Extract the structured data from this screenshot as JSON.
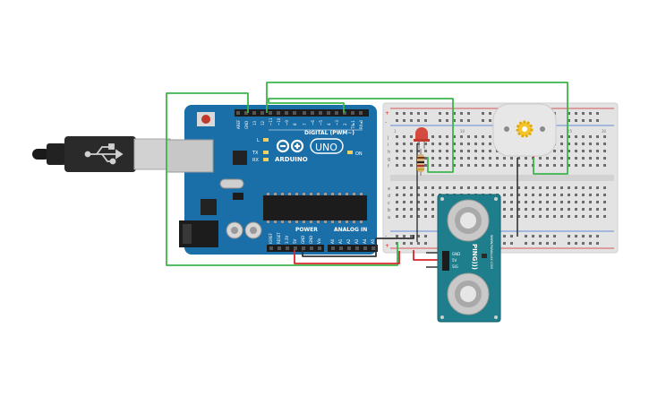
{
  "arduino": {
    "brand": "ARDUINO",
    "model": "UNO",
    "digital_label": "DIGITAL (PWM~)",
    "power_label": "POWER",
    "analog_label": "ANALOG IN",
    "on_label": "ON",
    "led_labels": [
      "L",
      "TX",
      "RX"
    ],
    "digital_pins": [
      "AREF",
      "GND",
      "13",
      "12",
      "~11",
      "~10",
      "~9",
      "8",
      "7",
      "~6",
      "~5",
      "4",
      "~3",
      "2",
      "TX▸1",
      "RX◂0"
    ],
    "power_pins": [
      "IOREF",
      "RESET",
      "3.3V",
      "5V",
      "GND",
      "GND",
      "Vin"
    ],
    "analog_pins": [
      "A0",
      "A1",
      "A2",
      "A3",
      "A4",
      "A5"
    ]
  },
  "ping": {
    "name": "PING)))",
    "brand": "WWW.PARALLAX.COM",
    "pins": [
      "GND",
      "5V",
      "SIG"
    ]
  },
  "breadboard": {
    "row_letters_top": [
      "j",
      "i",
      "h",
      "g",
      "f"
    ],
    "row_letters_bottom": [
      "e",
      "d",
      "c",
      "b",
      "a"
    ],
    "column_numbers": [
      "1",
      "5",
      "10",
      "15",
      "20",
      "25",
      "30"
    ]
  },
  "colors": {
    "wire_green": "#3cb54a",
    "wire_red": "#d9262c",
    "wire_black": "#333333",
    "board_blue": "#1b6fa8",
    "sensor_teal": "#1e7e8c",
    "breadboard": "#e3e3e3"
  }
}
